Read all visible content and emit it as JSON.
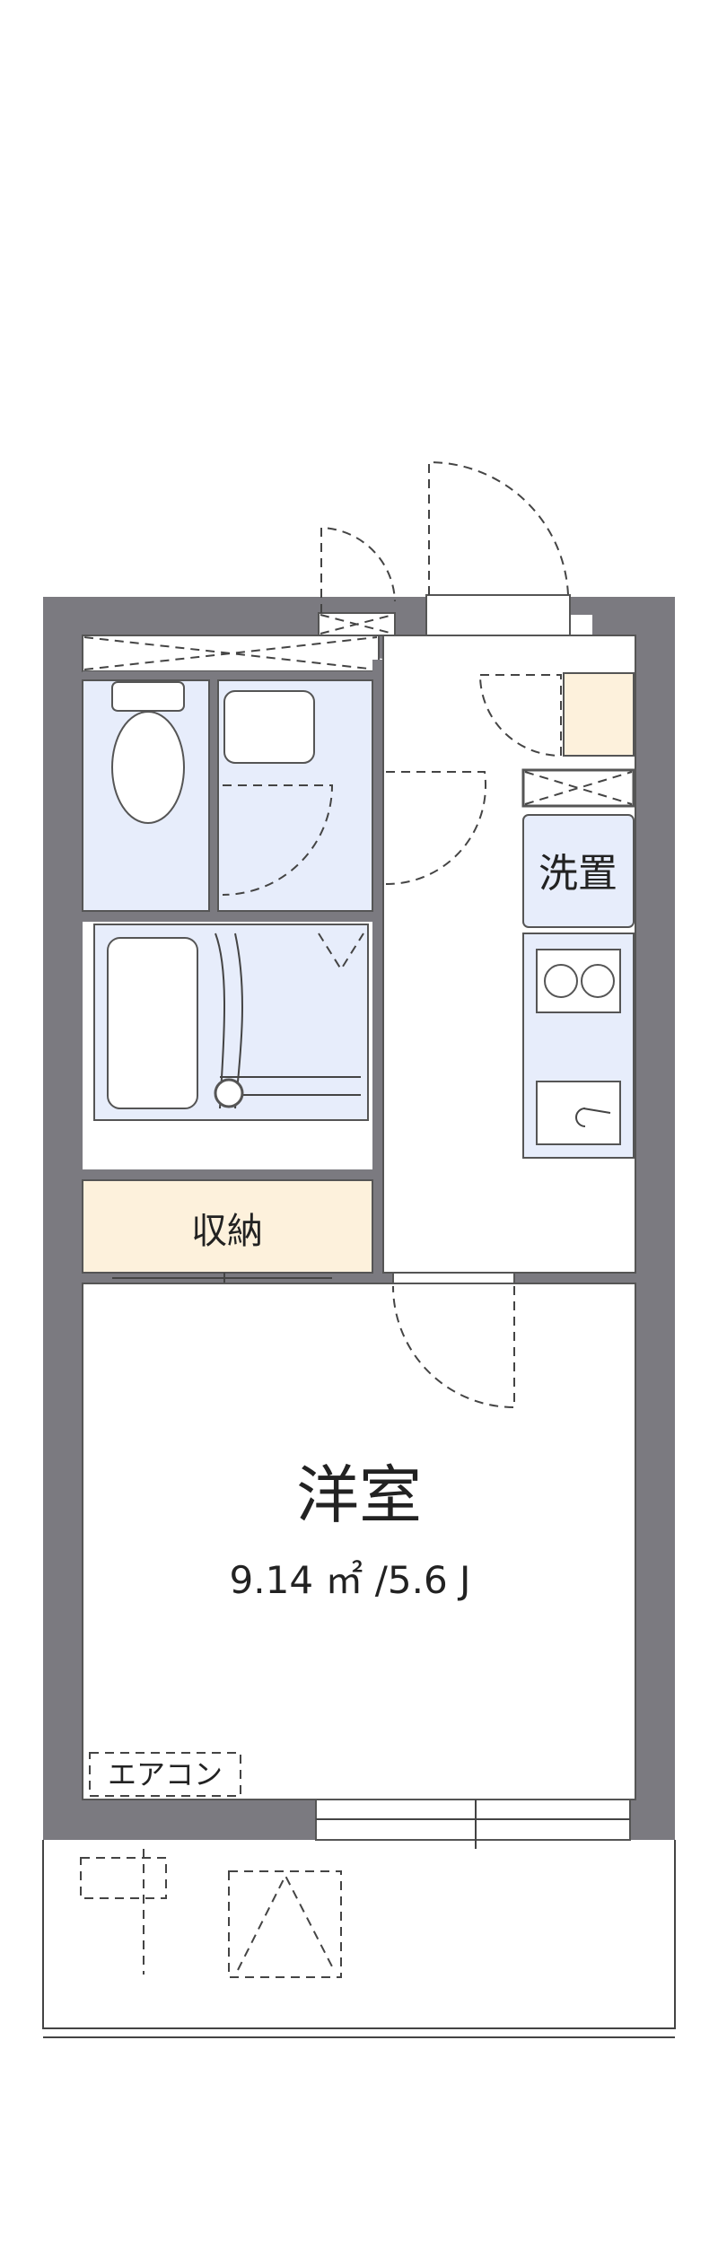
{
  "rooms": {
    "western_room": {
      "name": "洋室",
      "area": "9.14 ㎡ /5.6 J"
    },
    "storage": {
      "name": "収納"
    },
    "washer": {
      "name": "洗置"
    },
    "aircon": {
      "name": "エアコン"
    }
  },
  "colors": {
    "wall": "#7b7a80",
    "wet_area": "#e7edfb",
    "storage": "#fdf1dc",
    "fixture_stroke": "#555555"
  }
}
